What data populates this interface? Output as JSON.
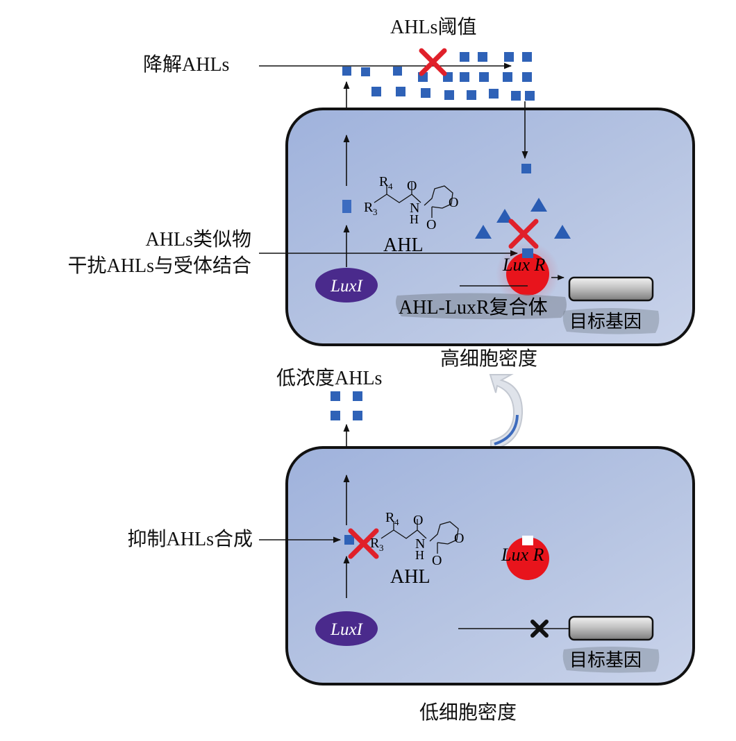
{
  "labels": {
    "threshold": "AHLs阈值",
    "degrade": "降解AHLs",
    "analog_line1": "AHLs类似物",
    "analog_line2": "干扰AHLs与受体结合",
    "inhibit": "抑制AHLs合成",
    "low_conc": "低浓度AHLs",
    "high_density": "高细胞密度",
    "low_density": "低细胞密度"
  },
  "top_cell": {
    "ahl": "AHL",
    "r4": "R",
    "r4_sub": "4",
    "r3": "R",
    "r3_sub": "3",
    "o1": "O",
    "o2": "O",
    "o3": "O",
    "n": "N",
    "h": "H",
    "luxI": "LuxI",
    "luxR": "Lux R",
    "complex": "AHL-LuxR复合体",
    "target": "目标基因"
  },
  "bottom_cell": {
    "ahl": "AHL",
    "r4": "R",
    "r4_sub": "4",
    "r3": "R",
    "r3_sub": "3",
    "o1": "O",
    "o2": "O",
    "o3": "O",
    "n": "N",
    "h": "H",
    "luxI": "LuxI",
    "luxR": "Lux R",
    "target": "目标基因"
  },
  "colors": {
    "cell_fill": "#a9bbdd",
    "cell_stroke": "#111111",
    "ahl_square": "#2f62b7",
    "luxR": "#e8141c",
    "luxI": "#4a2a8c",
    "block_x": "#e0202a",
    "triangle": "#2a5cb3"
  }
}
